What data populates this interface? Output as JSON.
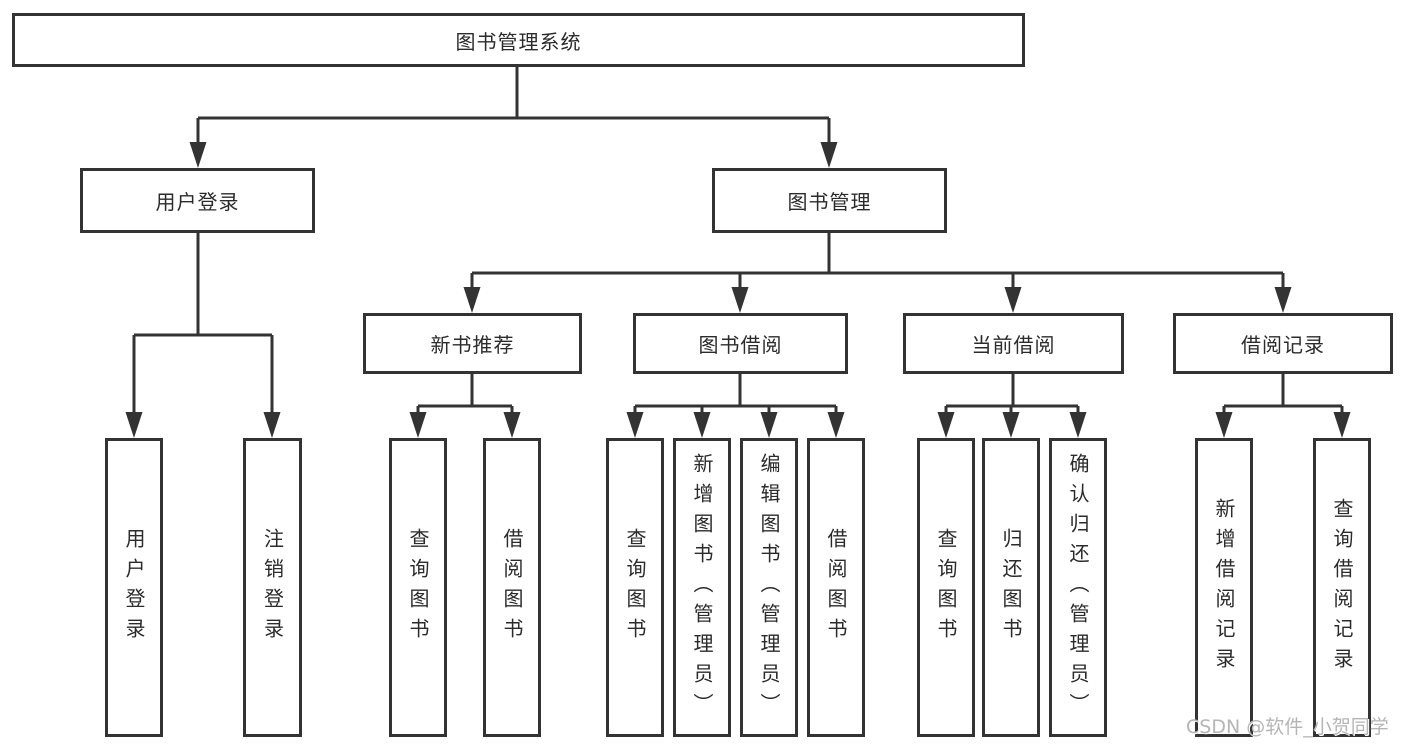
{
  "diagram": {
    "title_node": {
      "label": "图书管理系统"
    },
    "level2": [
      {
        "id": "user-login",
        "label": "用户登录"
      },
      {
        "id": "book-management",
        "label": "图书管理"
      }
    ],
    "level3": [
      {
        "id": "new-book-recommend",
        "label": "新书推荐",
        "parent": "图书管理"
      },
      {
        "id": "book-borrow",
        "label": "图书借阅",
        "parent": "图书管理"
      },
      {
        "id": "current-borrow",
        "label": "当前借阅",
        "parent": "图书管理"
      },
      {
        "id": "borrow-records",
        "label": "借阅记录",
        "parent": "图书管理"
      }
    ],
    "leaves": [
      {
        "label": "用户登录",
        "parent": "用户登录"
      },
      {
        "label": "注销登录",
        "parent": "用户登录"
      },
      {
        "label": "查询图书",
        "parent": "新书推荐"
      },
      {
        "label": "借阅图书",
        "parent": "新书推荐"
      },
      {
        "label": "查询图书",
        "parent": "图书借阅"
      },
      {
        "label": "新增图书（管理员）",
        "parent": "图书借阅"
      },
      {
        "label": "编辑图书（管理员）",
        "parent": "图书借阅"
      },
      {
        "label": "借阅图书",
        "parent": "图书借阅"
      },
      {
        "label": "查询图书",
        "parent": "当前借阅"
      },
      {
        "label": "归还图书",
        "parent": "当前借阅"
      },
      {
        "label": "确认归还（管理员）",
        "parent": "当前借阅"
      },
      {
        "label": "新增借阅记录",
        "parent": "借阅记录"
      },
      {
        "label": "查询借阅记录",
        "parent": "借阅记录"
      }
    ]
  },
  "watermark": {
    "text": "CSDN @软件_小贺同学"
  },
  "colors": {
    "line": "#333333",
    "box_border": "#333333",
    "text": "#2b2b2b",
    "watermark": "#b5b5b5",
    "background": "#ffffff"
  }
}
